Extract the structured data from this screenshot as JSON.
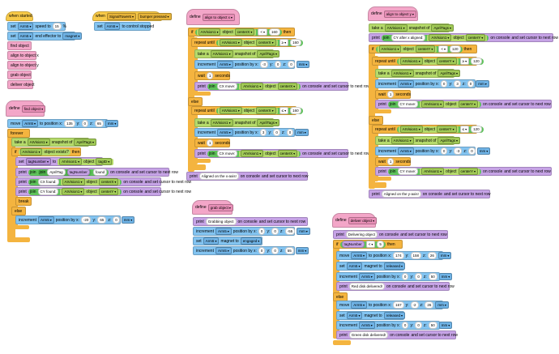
{
  "start": {
    "hat": "when started",
    "l1": "set",
    "l1b": "Arm5",
    "l1c": "speed to",
    "l1d": "15",
    "l1e": "%",
    "l2": "set",
    "l2b": "Arm5",
    "l2c": "end effector to",
    "l2d": "magnet",
    "calls": [
      "find object",
      "align to object x",
      "align to object y",
      "grab object",
      "deliver object"
    ]
  },
  "bumper": {
    "hat": "when",
    "sig": "SignalTower6",
    "ev": "bumper pressed",
    "l1": "set",
    "l1b": "Arm5",
    "l1c": "to control stopped"
  },
  "find": {
    "define": "define",
    "name": "find object",
    "move": "move",
    "arm": "Arm5",
    "to_pos_x": "to position x:",
    "x": "135",
    "y_lbl": "y:",
    "y": "0",
    "z_lbl": "z:",
    "z": "65",
    "unit": "mm",
    "forever": "forever",
    "take": "take a",
    "vision": "AIVision1",
    "snapshot": "snapshot of",
    "tags": "AprilTags",
    "if": "if",
    "exists": "object exists?",
    "then": "then",
    "settag": "set",
    "tagvar": "tagNumber",
    "to": "to",
    "object": "object",
    "tagid": "tagID",
    "print": "print",
    "join": "join",
    "apriltag": "AprilTag",
    "found": "found",
    "on_console": "on console",
    "cursor": "and set cursor to next row",
    "cx_found": "CX found:",
    "centerx": "centerX",
    "cy_found": "CY found:",
    "centery": "centerY",
    "break": "break",
    "else": "else",
    "increment": "increment",
    "by_x": "position by x:",
    "inc_x": "-20",
    "inc_y": "65",
    "inc_z": "0"
  },
  "alignx": {
    "define": "define",
    "name": "align to object x",
    "if": "if",
    "object": "object",
    "centerx": "centerX",
    "lt": "<",
    "v1": "160",
    "then": "then",
    "repeat": "repeat until",
    "gte": "≥",
    "v2": "160",
    "take": "take a",
    "snapshot": "snapshot of",
    "tags": "AprilTags",
    "increment": "increment",
    "arm": "Arm5",
    "by_x": "position by x:",
    "x1": "-3",
    "y_lbl": "y:",
    "y1": "0",
    "z_lbl": "z:",
    "z1": "0",
    "unit": "mm",
    "wait": "wait",
    "w": "1",
    "seconds": "seconds",
    "print": "print",
    "join": "join",
    "cxmove": "CX move:",
    "on_console": "on console",
    "cursor": "and set cursor to next row",
    "else": "else",
    "lte": "≤",
    "v3": "160",
    "x2": "3",
    "done": "Aligned on the x-axis!",
    "vision": "AIVision1"
  },
  "aligny": {
    "define": "define",
    "name": "align to object y",
    "take": "take a",
    "vision": "AIVision1",
    "snapshot": "snapshot of",
    "tags": "AprilTags",
    "print": "print",
    "join": "join",
    "cy_after": "CY after x aligned:",
    "object": "object",
    "centery": "centerY",
    "on_console": "on console",
    "cursor": "and set cursor to next row",
    "if": "if",
    "lt": "<",
    "v1": "120",
    "then": "then",
    "repeat": "repeat until",
    "gte": "≥",
    "v2": "120",
    "increment": "increment",
    "arm": "Arm5",
    "by_x": "position by x:",
    "x": "0",
    "y_lbl": "y:",
    "y1": "3",
    "z_lbl": "z:",
    "z": "0",
    "unit": "mm",
    "wait": "wait",
    "w": "1",
    "seconds": "seconds",
    "cymove": "CY move:",
    "else": "else",
    "lte": "≤",
    "v3": "120",
    "y2": "-3",
    "done": "Aligned on the y-axis!"
  },
  "grab": {
    "define": "define",
    "name": "grab object",
    "print": "print",
    "msg": "Grabbing object",
    "on_console": "on console",
    "cursor": "and set cursor to next row",
    "increment": "increment",
    "arm": "Arm5",
    "by_x": "position by x:",
    "x": "0",
    "y_lbl": "y:",
    "y": "0",
    "z_lbl": "z:",
    "z1": "-55",
    "unit": "mm",
    "set": "set",
    "magnet": "magnet to",
    "engaged": "engaged",
    "z2": "55"
  },
  "deliver": {
    "define": "define",
    "name": "deliver object",
    "print": "print",
    "msg": "Delivering object",
    "on_console": "on console",
    "cursor": "and set cursor to next row",
    "if": "if",
    "tagvar": "tagNumber",
    "lt": "<",
    "v": "5",
    "then": "then",
    "move": "move",
    "arm": "Arm5",
    "to_pos_x": "to position x:",
    "x1": "174",
    "y_lbl": "y:",
    "y1": "158",
    "z_lbl": "z:",
    "z1": "26",
    "unit": "mm",
    "set": "set",
    "magnet": "magnet to",
    "released": "released",
    "increment": "increment",
    "by_x": "position by x:",
    "ix": "0",
    "iy": "0",
    "iz": "50",
    "red": "Red disk delivered!",
    "else": "else",
    "x2": "167",
    "y2": "-2",
    "z2": "26",
    "green": "Green disk delivered!"
  }
}
